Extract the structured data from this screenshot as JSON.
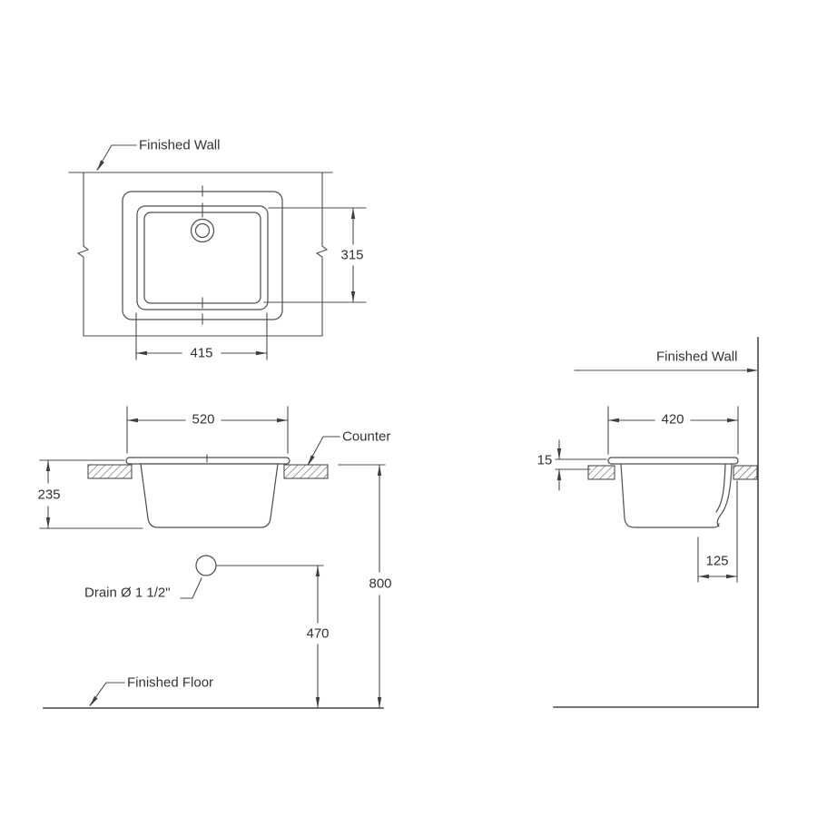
{
  "colors": {
    "background": "#ffffff",
    "line": "#4d4d4d",
    "text": "#333333"
  },
  "views": {
    "plan": {
      "labels": {
        "finished_wall": "Finished Wall"
      },
      "dims": {
        "basin_length": "315",
        "basin_width": "415"
      }
    },
    "front_section": {
      "labels": {
        "counter": "Counter",
        "drain": "Drain Ø 1 1/2\"",
        "finished_floor": "Finished Floor"
      },
      "dims": {
        "rim_width": "520",
        "basin_depth": "235",
        "drain_height": "470",
        "counter_height": "800"
      }
    },
    "side_section": {
      "labels": {
        "finished_wall": "Finished Wall"
      },
      "dims": {
        "rim_depth": "420",
        "rim_thickness": "15",
        "drain_offset": "125"
      }
    }
  }
}
